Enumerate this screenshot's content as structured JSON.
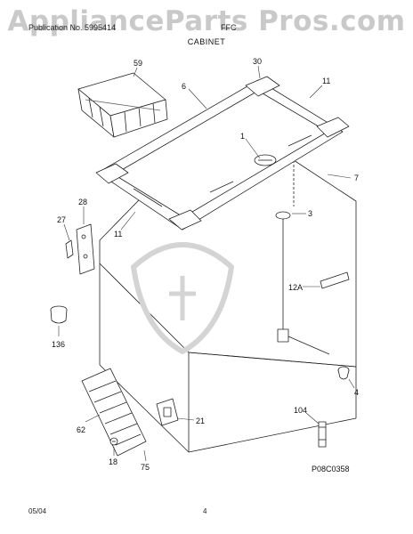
{
  "watermark": "ApplianceParts Pros.com",
  "header": {
    "left_text": "Publication No. 5995414",
    "mid_text": "FFC",
    "section_title": "CABINET"
  },
  "diagram": {
    "code": "P08C0358",
    "callouts": {
      "c59": "59",
      "c6": "6",
      "c30": "30",
      "c11_top": "11",
      "c1": "1",
      "c7": "7",
      "c28": "28",
      "c27": "27",
      "c11_left": "11",
      "c3": "3",
      "c12A": "12A",
      "c136": "136",
      "c4": "4",
      "c21": "21",
      "c62": "62",
      "c104": "104",
      "c18": "18",
      "c75": "75"
    }
  },
  "footer": {
    "date": "05/04",
    "page": "4"
  }
}
